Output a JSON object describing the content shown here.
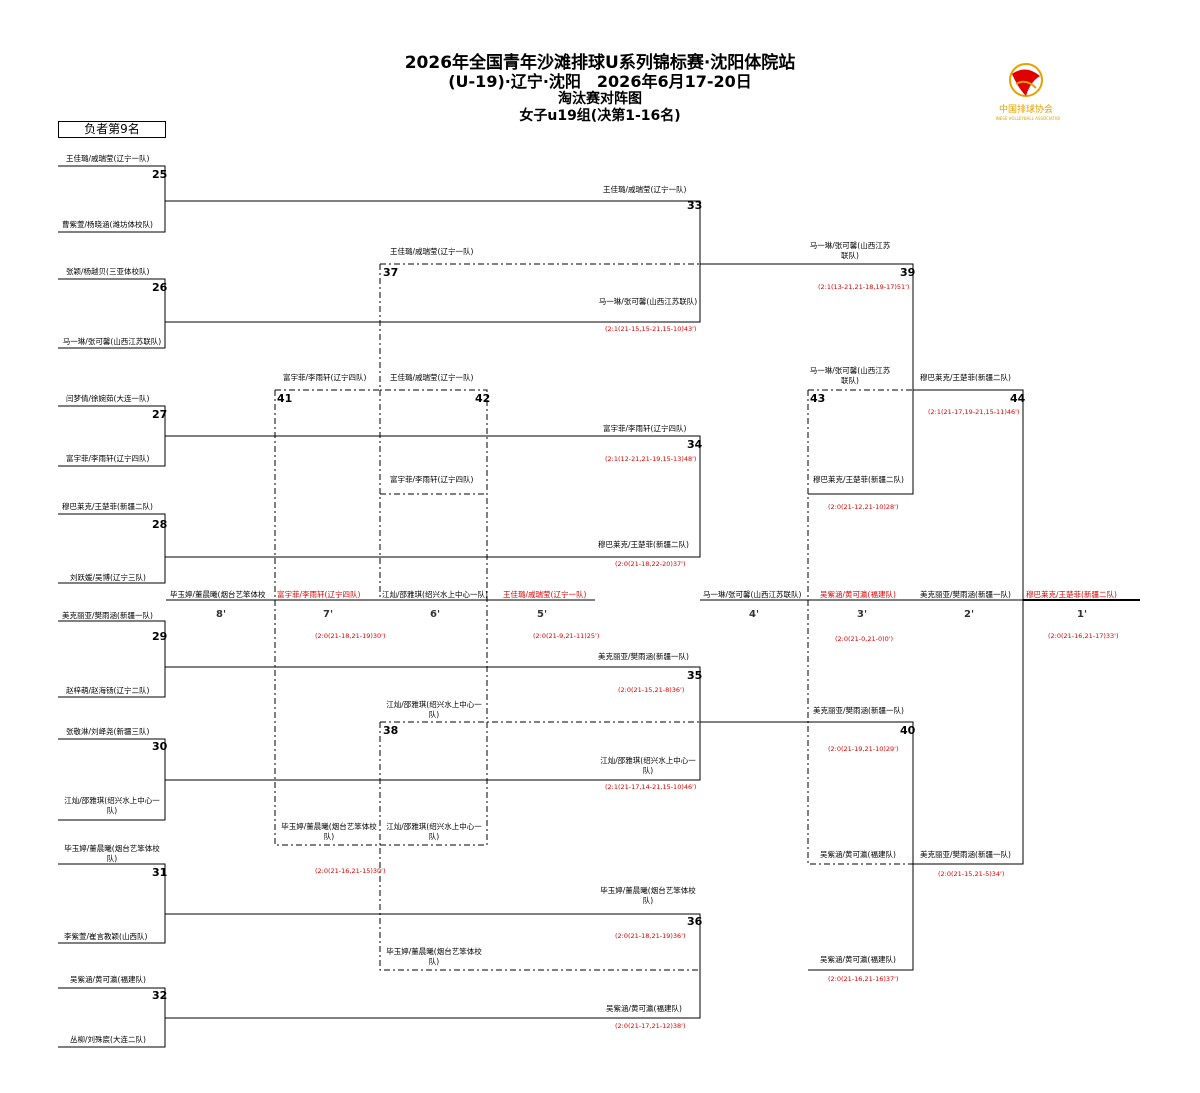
{
  "header": {
    "title": "2026年全国青年沙滩排球U系列锦标赛·沈阳体院站",
    "subtitle": "(U-19)·辽宁·沈阳　2026年6月17-20日",
    "doc_type": "淘汰赛对阵图",
    "group": "女子u19组(决第1-16名)",
    "losers_label": "负者第9名",
    "logo_text": "中国排球协会",
    "logo_subtext": "CHINESE VOLLEYBALL ASSOCIATION"
  },
  "teams": {
    "t25a": "王佳璐/戚瑞莹(辽宁一队)",
    "t25b": "曹紫萱/杨晓涵(潍坊体校队)",
    "t26a": "张颖/杨越贝(三亚体校队)",
    "t26b": "马一琳/张可馨(山西江苏联队)",
    "t27a": "闫梦倩/徐婉茹(大连一队)",
    "t27b": "富宇菲/李雨轩(辽宁四队)",
    "t28a": "穆巴莱克/王楚菲(新疆二队)",
    "t28b": "刘跃媛/吴博(辽宁三队)",
    "t29a": "美克丽亚/樊雨涵(新疆一队)",
    "t29b": "赵梓萌/赵海钖(辽宁二队)",
    "t30a": "张敬淋/刘峄尧(新疆三队)",
    "t30b": "江灿/邵雅琪(绍兴水上中心一队)",
    "t31a": "毕玉婷/董晨曦(烟台艺笨体校队)",
    "t31b": "李紫萱/崔言教颖(山西队)",
    "t32a": "吴紫涵/黄可瀛(福建队)",
    "t32b": "丛柳/刘殊宸(大连二队)"
  },
  "matches": {
    "m25": "25",
    "m26": "26",
    "m27": "27",
    "m28": "28",
    "m29": "29",
    "m30": "30",
    "m31": "31",
    "m32": "32",
    "m33": "33",
    "m34": "34",
    "m35": "35",
    "m36": "36",
    "m37": "37",
    "m38": "38",
    "m39": "39",
    "m40": "40",
    "m41": "41",
    "m42": "42",
    "m43": "43",
    "m44": "44"
  },
  "results": {
    "w33": "王佳璐/戚瑞莹(辽宁一队)",
    "w34": "富宇菲/李雨轩(辽宁四队)",
    "s34": "(2:1(12-21,21-19,15-13)48')",
    "w_lower28": "穆巴莱克/王楚菲(新疆二队)",
    "s_lower28": "(2:0(21-18,22-20)37')",
    "w_lower26": "马一琳/张可馨(山西江苏联队)",
    "s_lower26": "(2:1(21-15,15-21,15-10)43')",
    "w35": "美克丽亚/樊雨涵(新疆一队)",
    "s35": "(2:0(21-15,21-8)36')",
    "w_lower30": "江灿/邵雅琪(绍兴水上中心一队)",
    "s_lower30": "(2:1(21-17,14-21,15-10)46')",
    "w36": "毕玉婷/董晨曦(烟台艺笨体校队)",
    "s36": "(2:0(21-18,21-19)36')",
    "w_lower32": "吴紫涵/黄可瀛(福建队)",
    "s_lower32": "(2:0(21-17,21-12)38')",
    "c37_top": "王佳璐/戚瑞莹(辽宁一队)",
    "c37_bottom": "王佳璐/戚瑞莹(辽宁一队)",
    "c38_top": "江灿/邵雅琪(绍兴水上中心一队)",
    "c38_bottom": "毕玉婷/董晨曦(烟台艺笨体校队)",
    "c41_top": "富宇菲/李雨轩(辽宁四队)",
    "c41_bottom": "毕玉婷/董晨曦(烟台艺笨体校队)",
    "c42_bottom": "富宇菲/李雨轩(辽宁四队)",
    "c42_mid": "江灿/邵雅琪(绍兴水上中心一队)",
    "s41": "(2:0(21-16,21-15)30')",
    "c39_top": "马一琳/张可馨(山西江苏联队)",
    "s39": "(2:1(13-21,21-18,19-17)51')",
    "c43_top": "马一琳/张可馨(山西江苏联队)",
    "c43_bottom": "穆巴莱克/王楚菲(新疆二队)",
    "s43": "(2:0(21-12,21-10)28')",
    "c44_top": "穆巴莱克/王楚菲(新疆二队)",
    "s44": "(2:1(21-17,19-21,15-11)46')",
    "c40_top": "美克丽亚/樊雨涵(新疆一队)",
    "s40": "(2:0(21-19,21-10)29')",
    "c40_bottom": "吴紫涵/黄可瀛(福建队)",
    "c40_lower": "吴紫涵/黄可瀛(福建队)",
    "s40b": "(2:0(21-16,21-16)37')",
    "c44_bottom": "美克丽亚/樊雨涵(新疆一队)",
    "s44b": "(2:0(21-15,21-5)34')"
  },
  "placings": {
    "p8_team": "毕玉婷/董晨曦(烟台艺笨体校",
    "p7_team": "富宇菲/李雨轩(辽宁四队)",
    "p6_team": "江灿/邵雅琪(绍兴水上中心一队)",
    "p5_team": "王佳璐/戚瑞莹(辽宁一队)",
    "p4_team": "马一琳/张可馨(山西江苏联队)",
    "p3_team": "吴紫涵/黄可瀛(福建队)",
    "p2_team": "美克丽亚/樊雨涵(新疆一队)",
    "p1_team": "穆巴莱克/王楚菲(新疆二队)",
    "p8": "8'",
    "p7": "7'",
    "p6": "6'",
    "p5": "5'",
    "p4": "4'",
    "p3": "3'",
    "p2": "2'",
    "p1": "1'",
    "s78": "(2:0(21-18,21-19)30')",
    "s56": "(2:0(21-9,21-11)25')",
    "s34": "(2:0(21-0,21-0)0')",
    "s12": "(2:0(21-16,21-17)33')"
  },
  "colors": {
    "score": "#e00000",
    "line": "#000000"
  }
}
